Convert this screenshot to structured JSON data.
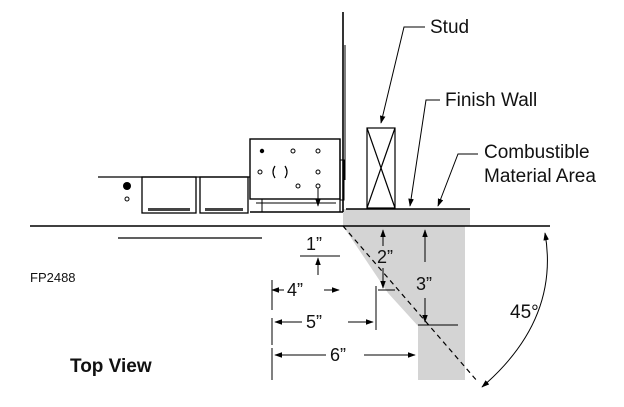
{
  "labels": {
    "stud": "Stud",
    "finish_wall": "Finish Wall",
    "combustible_line1": "Combustible",
    "combustible_line2": "Material Area",
    "drawing_code": "FP2488",
    "view_title": "Top View"
  },
  "dimensions": {
    "d1": "1”",
    "d2": "2”",
    "d3": "3”",
    "d4": "4”",
    "d5": "5”",
    "d6": "6”",
    "angle": "45°"
  },
  "colors": {
    "combustible_area": "#d4d4d4",
    "line": "#000000"
  }
}
